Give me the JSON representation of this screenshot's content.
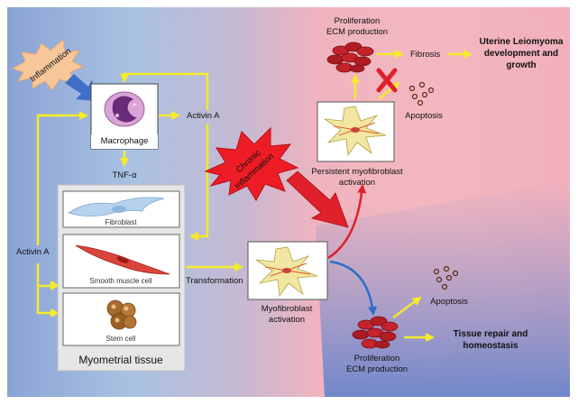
{
  "labels": {
    "inflammation": "Inflammation",
    "chronic_line1": "Chronic",
    "chronic_line2": "Inflammation",
    "macrophage": "Macrophage",
    "activin_a_top": "Activin A",
    "tnf_alpha": "TNF-α",
    "activin_a_left": "Activin A",
    "fibroblast": "Fibroblast",
    "smooth_muscle_cell": "Smooth muscle cell",
    "stem_cell": "Stem cell",
    "myometrial_tissue": "Myometrial tissue",
    "transformation": "Transformation",
    "myofibroblast_activation_1": "Myofibroblast",
    "myofibroblast_activation_2": "activation",
    "persistent_1": "Persistent myofibroblast",
    "persistent_2": "activation",
    "prolif_top_1": "Proliferation",
    "prolif_top_2": "ECM production",
    "fibrosis": "Fibrosis",
    "uterine_1": "Uterine Leiomyoma",
    "uterine_2": "development and",
    "uterine_3": "growth",
    "apoptosis_top": "Apoptosis",
    "apoptosis_bottom": "Apoptosis",
    "prolif_bottom_1": "Proliferation",
    "prolif_bottom_2": "ECM production",
    "tissue_repair_1": "Tissue repair and",
    "tissue_repair_2": "homeostasis"
  },
  "colors": {
    "arrow_yellow": "#f5ea2a",
    "arrow_red": "#e0202a",
    "arrow_blue": "#2a6fc9",
    "burst_red": "#ee1c25",
    "inflammation_burst": "#f7c79a"
  }
}
